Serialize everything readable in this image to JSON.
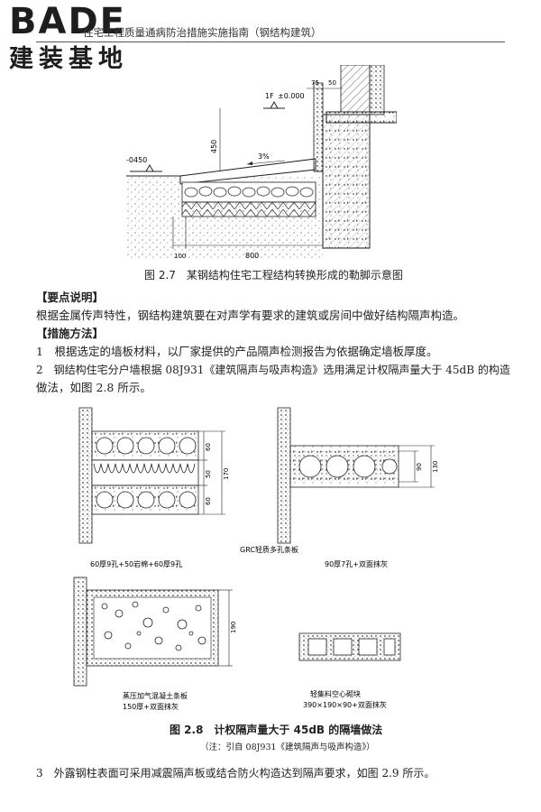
{
  "header": {
    "logo_en": "BADE",
    "logo_cn": "建装基地",
    "running_title": "住宅工程质量通病防治措施实施指南（钢结构建筑）"
  },
  "figure_2_7": {
    "caption": "图 2.7　某钢结构住宅工程结构转换形成的勒脚示意图",
    "labels": {
      "floor": "1F",
      "level_zero": "±0.000",
      "level_neg": "-0450",
      "dim_75": "75",
      "dim_50": "50",
      "dim_450": "450",
      "slope": "3%",
      "dim_100": "100",
      "dim_800": "800"
    }
  },
  "sections": {
    "key_points_heading": "【要点说明】",
    "key_points_text": "根据金属传声特性，钢结构建筑要在对声学有要求的建筑或房间中做好结构隔声构造。",
    "measures_heading": "【措施方法】",
    "item1": "1　根据选定的墙板材料，以厂家提供的产品隔声检测报告为依据确定墙板厚度。",
    "item2_line1": "2　钢结构住宅分户墙根据 08J931《建筑隔声与吸声构造》选用满足计权隔声量大于 45dB 的构造",
    "item2_line2": "做法，如图 2.8 所示。",
    "item3": "3　外露钢柱表面可采用减震隔声板或结合防火构造达到隔声要求，如图 2.9 所示。"
  },
  "figure_2_8": {
    "a_dims": [
      "60",
      "50",
      "60",
      "170"
    ],
    "b_dims": [
      "90",
      "130"
    ],
    "c_dims": [
      "190"
    ],
    "grc_label": "GRC轻质多孔条板",
    "a_caption": "60厚9孔+50岩棉+60厚9孔",
    "b_caption": "90厚7孔+双面抹灰",
    "c_caption_line1": "蒸压加气混凝土条板",
    "c_caption_line2": "150厚+双面抹灰",
    "d_caption_line1": "轻集料空心砌块",
    "d_caption_line2": "390×190×90+双面抹灰",
    "caption": "图 2.8　计权隔声量大于 45dB 的隔墙做法",
    "note": "（注：引自 08J931《建筑隔声与吸声构造》）"
  }
}
